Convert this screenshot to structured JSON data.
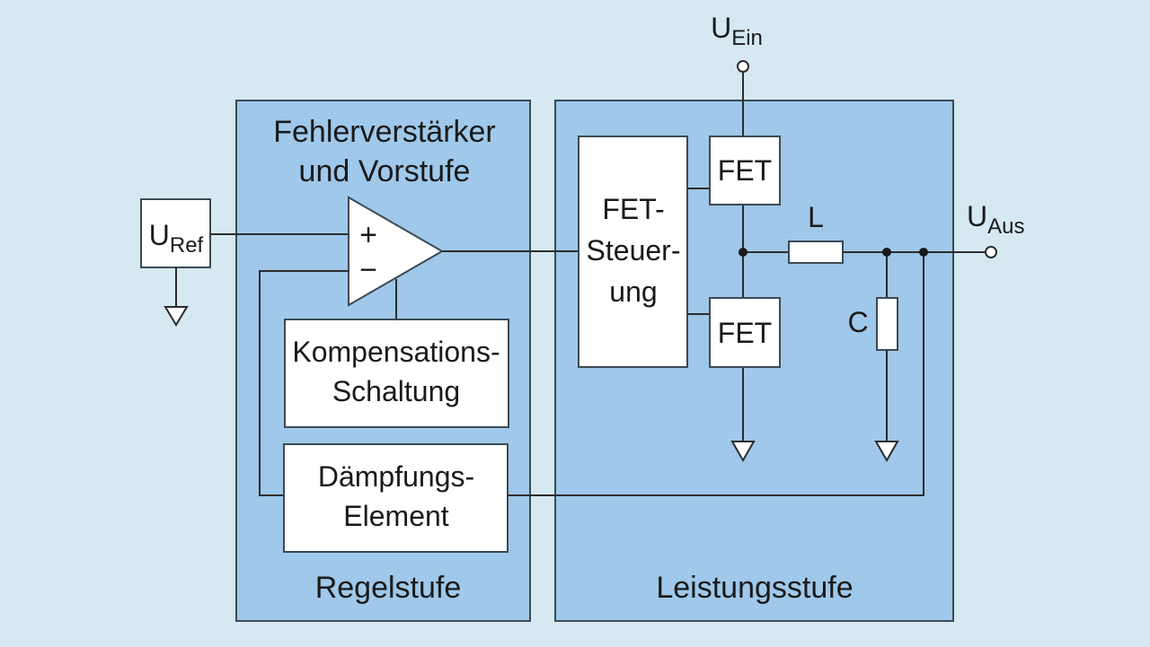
{
  "colors": {
    "background": "#d6e9f3",
    "panel_fill": "#9fc8ea",
    "box_fill": "#ffffff",
    "line": "#2c2c2c"
  },
  "panels": {
    "regelstufe": {
      "title_line1": "Fehlerverstärker",
      "title_line2": "und Vorstufe",
      "footer": "Regelstufe"
    },
    "leistungsstufe": {
      "footer": "Leistungsstufe"
    }
  },
  "blocks": {
    "uref": {
      "main": "U",
      "sub": "Ref"
    },
    "opamp": {
      "plus": "+",
      "minus": "−"
    },
    "kompensation": {
      "line1": "Kompensations-",
      "line2": "Schaltung"
    },
    "daempfung": {
      "line1": "Dämpfungs-",
      "line2": "Element"
    },
    "fet_steuerung": {
      "line1": "FET-",
      "line2": "Steuer-",
      "line3": "ung"
    },
    "fet_top": "FET",
    "fet_bottom": "FET"
  },
  "components": {
    "inductor": "L",
    "capacitor": "C"
  },
  "terminals": {
    "u_ein": {
      "main": "U",
      "sub": "Ein"
    },
    "u_aus": {
      "main": "U",
      "sub": "Aus"
    }
  },
  "icons": [
    "ground-icon",
    "terminal-circle-icon",
    "junction-dot-icon",
    "op-amp-symbol"
  ]
}
